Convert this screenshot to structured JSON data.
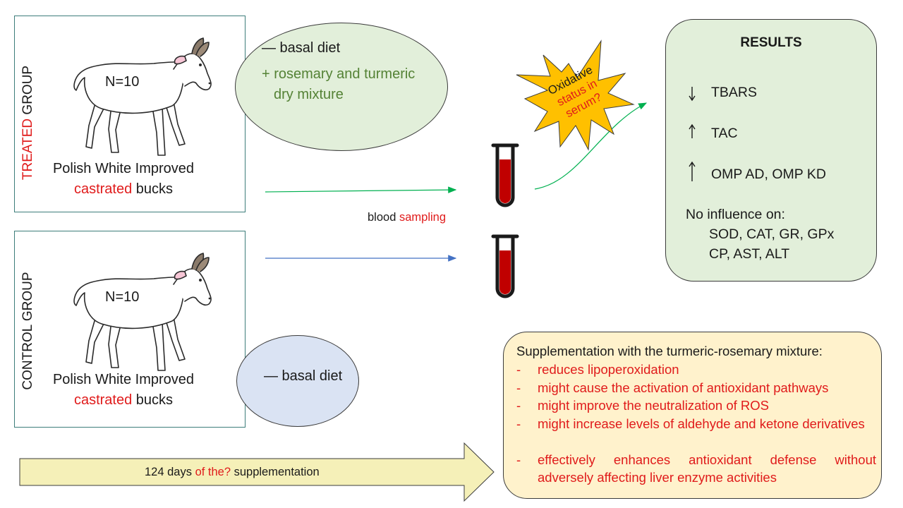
{
  "treated": {
    "group_word": "TREATED",
    "group_suffix": " GROUP",
    "n": "N=10",
    "breed_line1": "Polish White Improved",
    "breed_castrated": "castrated",
    "breed_bucks": " bucks",
    "diet_basal": "— basal diet",
    "diet_plus_line1": "+ rosemary and turmeric",
    "diet_plus_line2": "dry mixture"
  },
  "control": {
    "group_label": "CONTROL GROUP",
    "n": "N=10",
    "breed_line1": "Polish White Improved",
    "breed_castrated": "castrated",
    "breed_bucks": " bucks",
    "diet_basal": "— basal diet"
  },
  "blood": {
    "word": "blood",
    "sampling": "sampling"
  },
  "star": {
    "line1": "Oxidative",
    "line2": "status in",
    "line3": "serum?"
  },
  "results": {
    "title": "RESULTS",
    "items": [
      {
        "arrow": "down",
        "label": "TBARS"
      },
      {
        "arrow": "up",
        "label": "TAC"
      },
      {
        "arrow": "up",
        "label": "OMP AD, OMP KD"
      }
    ],
    "no_influence": "No influence on:",
    "no_influence_line1": "SOD, CAT, GR, GPx",
    "no_influence_line2": "CP, AST, ALT"
  },
  "conclusion": {
    "title": "Supplementation with the turmeric-rosemary mixture:",
    "items": [
      "reduces lipoperoxidation",
      "might cause the activation of antioxidant pathways",
      "might improve the neutralization of ROS",
      "might increase levels of aldehyde and ketone derivatives",
      "effectively enhances antioxidant defense without adversely affecting liver enzyme activities"
    ]
  },
  "timeline": {
    "days": "124 days ",
    "of_the": "of the?",
    "suppl": " supplementation"
  },
  "colors": {
    "box_border": "#3d7d7a",
    "red": "#e01b1b",
    "green_text": "#548235",
    "treated_ellipse": "#e2efda",
    "control_ellipse": "#dae3f3",
    "results_fill": "#e2efda",
    "conclusion_fill": "#fff2cc",
    "star_fill": "#ffc000",
    "arrow_fill": "#f5f0b8",
    "green_arrow": "#00b050",
    "blue_arrow": "#4472c4",
    "blood": "#c00000"
  },
  "icons": [
    "goat-illustration",
    "blood-tube-icon",
    "explosion-star-icon",
    "arrow-down-icon",
    "arrow-up-icon",
    "timeline-arrow"
  ]
}
